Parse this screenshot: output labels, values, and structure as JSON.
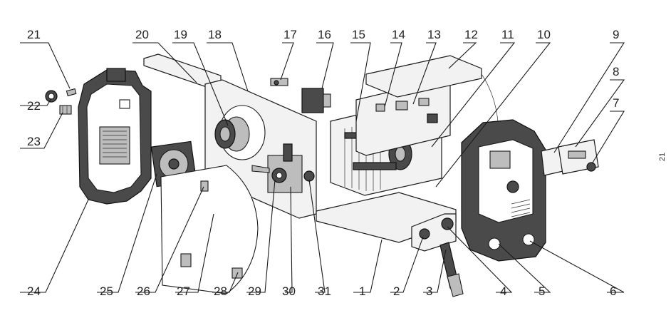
{
  "diagram": {
    "labels": [
      "1",
      "2",
      "3",
      "4",
      "5",
      "6",
      "7",
      "8",
      "9",
      "10",
      "11",
      "12",
      "13",
      "14",
      "15",
      "16",
      "17",
      "18",
      "19",
      "20",
      "21",
      "22",
      "23",
      "24",
      "25",
      "26",
      "27",
      "28",
      "29",
      "30",
      "31"
    ],
    "page_number": "21"
  }
}
